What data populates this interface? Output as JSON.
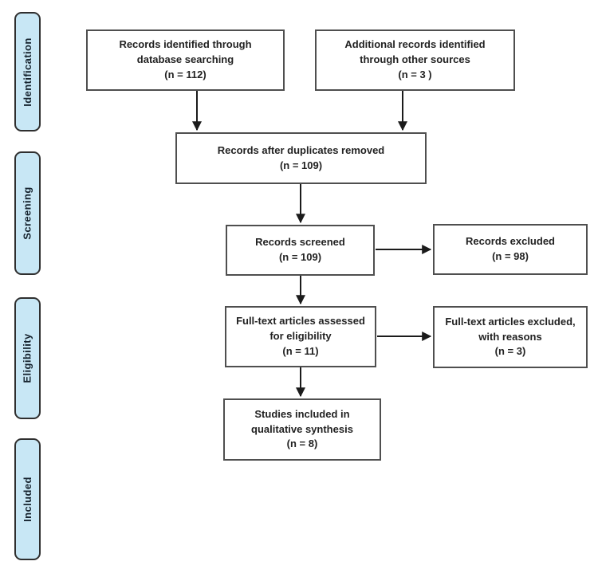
{
  "colors": {
    "background": "#ffffff",
    "stage_fill": "#c8e7f5",
    "stage_border": "#2f2f2f",
    "box_fill": "#ffffff",
    "box_border": "#4f4f4f",
    "text": "#222222",
    "arrow": "#1b1b1b"
  },
  "sidebar": {
    "stages": [
      {
        "label": "Identification"
      },
      {
        "label": "Screening"
      },
      {
        "label": "Eligibility"
      },
      {
        "label": "Included"
      }
    ]
  },
  "boxes": {
    "db_search": {
      "text": "Records identified through\ndatabase searching\n(n = 112)"
    },
    "other_sources": {
      "text": "Additional records identified\nthrough other sources\n(n = 3 )"
    },
    "dedup": {
      "text": "Records after duplicates removed\n(n = 109)"
    },
    "screened": {
      "text": "Records screened\n(n = 109)"
    },
    "excluded": {
      "text": "Records excluded\n(n = 98)"
    },
    "fulltext_assessed": {
      "text": "Full-text articles assessed\nfor eligibility\n(n = 11)"
    },
    "fulltext_excluded": {
      "text": "Full-text articles excluded,\nwith reasons\n(n = 3)"
    },
    "qualitative_synthesis": {
      "text": "Studies included in\nqualitative synthesis\n(n = 8)"
    }
  }
}
